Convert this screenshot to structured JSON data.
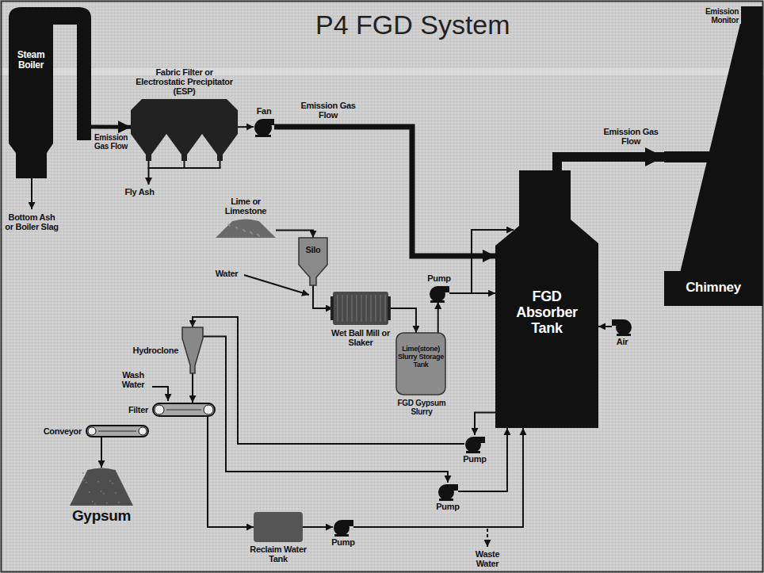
{
  "diagram": {
    "title": "P4 FGD System",
    "nodes": [
      {
        "text": [
          "Steam Boiler"
        ]
      },
      {
        "text": [
          "Fabric Filter or Electrostatic Precipitator (ESP)"
        ]
      },
      {
        "text": [
          "Fan"
        ]
      },
      {
        "text": [
          "Lime or Limestone"
        ]
      },
      {
        "text": [
          "Silo"
        ]
      },
      {
        "text": [
          "Wet Ball Mill or Slaker"
        ]
      },
      {
        "text": [
          "Lime(stone) Slurry Storage Tank"
        ]
      },
      {
        "text": [
          "Pump"
        ]
      },
      {
        "text": [
          "FGD Absorber Tank"
        ]
      },
      {
        "text": [
          "Air"
        ]
      },
      {
        "text": [
          "Emission Monitor",
          "Chimney"
        ]
      },
      {
        "text": [
          "Hydroclone"
        ]
      },
      {
        "text": [
          "Filter"
        ]
      },
      {
        "text": [
          "Conveyor"
        ]
      },
      {
        "text": [
          "Gypsum"
        ]
      },
      {
        "text": [
          "Pump"
        ]
      },
      {
        "text": [
          "Pump"
        ]
      },
      {
        "text": [
          "Reclaim Water Tank"
        ]
      },
      {
        "text": [
          "Pump"
        ]
      }
    ],
    "edges": [
      {
        "from": 0,
        "to": 1,
        "arrow": "to",
        "label": "Emission Gas Flow"
      },
      {
        "from": 1,
        "to": 2,
        "arrow": "to"
      },
      {
        "from": 2,
        "to": 8,
        "arrow": "to",
        "label": "Emission Gas Flow"
      },
      {
        "from": 8,
        "to": 10,
        "arrow": "to",
        "label": "Emission Gas Flow"
      },
      {
        "from": 3,
        "to": 4,
        "arrow": "to"
      },
      {
        "from": 4,
        "to": 5,
        "arrow": "to"
      },
      {
        "from": 5,
        "to": 6,
        "arrow": "to"
      },
      {
        "from": 6,
        "to": 7,
        "arrow": "to"
      },
      {
        "from": 7,
        "to": 8,
        "arrow": "to"
      },
      {
        "from": 9,
        "to": 8,
        "arrow": "to"
      },
      {
        "from": 8,
        "to": 15,
        "arrow": "to"
      },
      {
        "from": 15,
        "to": 11,
        "arrow": "to"
      },
      {
        "from": 11,
        "to": 12,
        "arrow": "to"
      },
      {
        "from": 11,
        "to": 16,
        "arrow": "to"
      },
      {
        "from": 16,
        "to": 8,
        "arrow": "to"
      },
      {
        "from": 13,
        "to": 14,
        "arrow": "to"
      },
      {
        "from": 12,
        "to": 17,
        "arrow": "to"
      },
      {
        "from": 17,
        "to": 18,
        "arrow": "to"
      },
      {
        "from": 18,
        "to": 8,
        "arrow": "to"
      }
    ],
    "labels": [
      "Fly Ash",
      "Bottom Ash or Boiler Slag",
      "Water",
      "Wash Water",
      "FGD Gypsum Slurry",
      "Waste Water"
    ]
  }
}
